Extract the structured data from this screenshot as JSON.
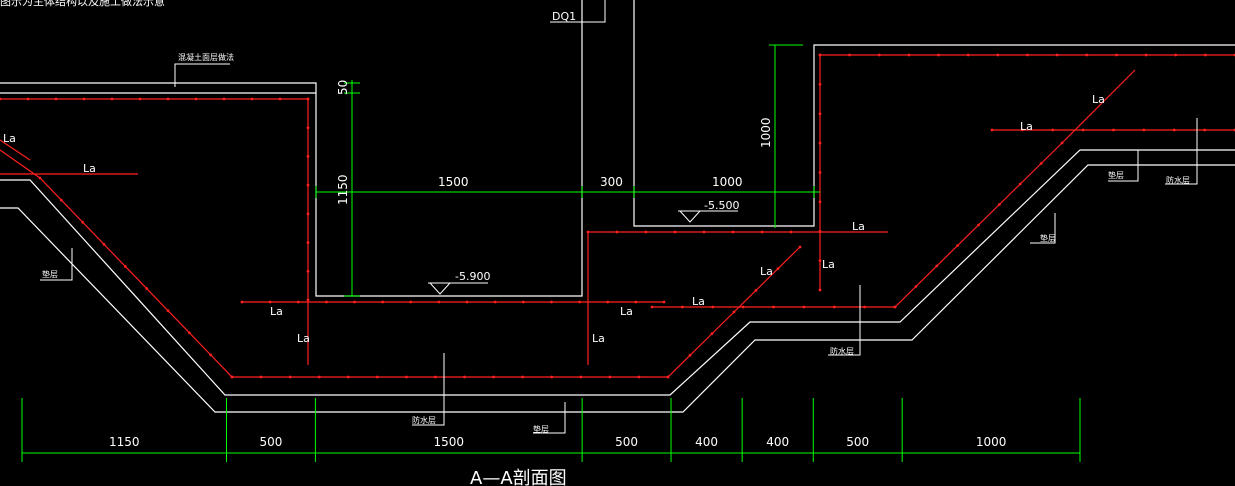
{
  "drawing": {
    "note_top": "图示为主体结构以及施工做法示意",
    "title": "A—A剖面图",
    "colors": {
      "background": "#000000",
      "outline": "#ffffff",
      "rebar": "#ff2020",
      "dimension": "#00ff00"
    }
  },
  "labels": {
    "la": "La",
    "elev_a": "-5.900",
    "elev_b": "-5.500",
    "tag_dq": "DQ1",
    "layer_top": "混凝土面层做法",
    "layer_1": "垫层",
    "layer_2": "垫层",
    "layer_3": "垫层",
    "layer_4": "防水层",
    "layer_5": "垫层",
    "layer_6": "防水层",
    "layer_7": "防水层"
  },
  "dims_top": {
    "d50": "50",
    "d1150": "1150",
    "d1500": "1500",
    "d300": "300",
    "d1000": "1000",
    "d1000v": "1000"
  },
  "dims_bottom": [
    "1150",
    "500",
    "1500",
    "500",
    "400",
    "400",
    "500",
    "1000"
  ]
}
